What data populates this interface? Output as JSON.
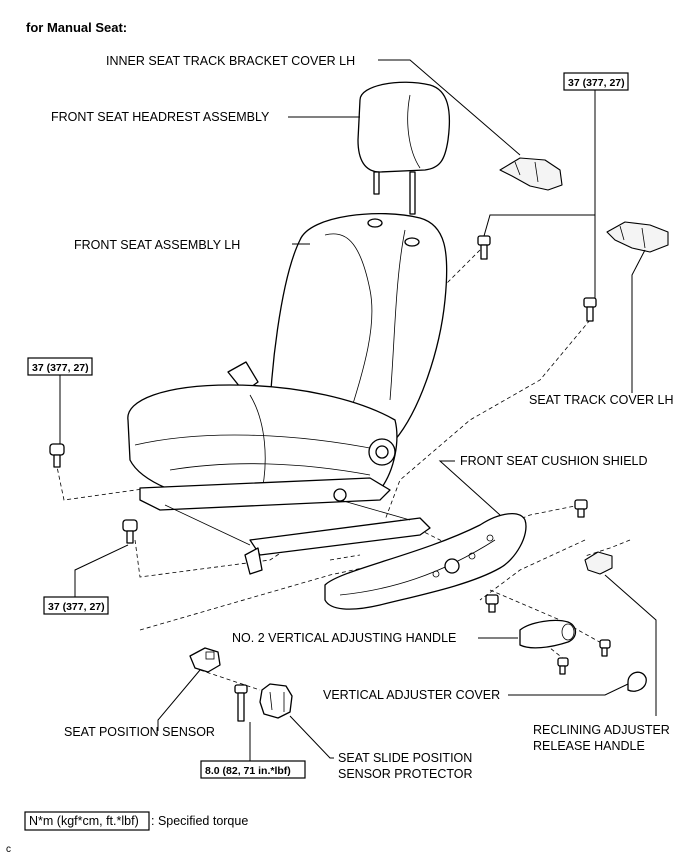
{
  "header": {
    "title": "for Manual Seat:"
  },
  "labels": {
    "inner_cover": "INNER SEAT TRACK BRACKET COVER LH",
    "headrest": "FRONT SEAT HEADREST ASSEMBLY",
    "seat_assembly": "FRONT SEAT ASSEMBLY LH",
    "track_cover": "SEAT TRACK COVER LH",
    "cushion_shield": "FRONT SEAT CUSHION SHIELD",
    "vert_handle": "NO. 2 VERTICAL ADJUSTING HANDLE",
    "vert_cover": "VERTICAL ADJUSTER COVER",
    "recline_1": "RECLINING ADJUSTER",
    "recline_2": "RELEASE HANDLE",
    "pos_sensor": "SEAT POSITION SENSOR",
    "protector_1": "SEAT SLIDE POSITION",
    "protector_2": "SENSOR PROTECTOR"
  },
  "torques": {
    "top_right": "37 (377, 27)",
    "left_upper": "37 (377, 27)",
    "left_lower": "37 (377, 27)",
    "sensor": "8.0 (82, 71 in.*lbf)"
  },
  "legend": {
    "key": "N*m (kgf*cm, ft.*lbf)",
    "text": ": Specified torque"
  },
  "footer": {
    "code": "c"
  }
}
